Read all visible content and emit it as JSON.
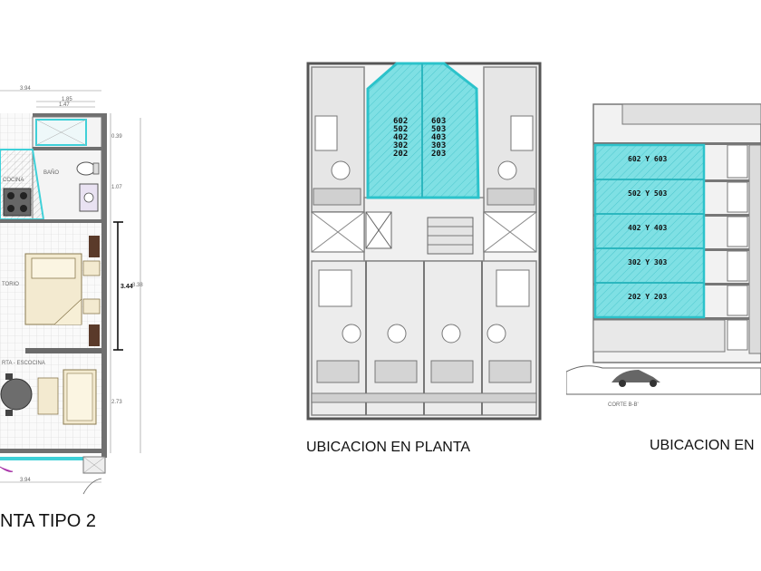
{
  "plan_tipo": {
    "title": "NTA TIPO 2",
    "dims": {
      "top_total": "3.94",
      "top_a": "1.85",
      "top_b": "1.47",
      "right_a": "0.39",
      "right_b": "1.07",
      "right_c": "3.44",
      "right_total": "8.38",
      "right_d": "2.73",
      "bottom": "3.94"
    },
    "rooms": {
      "bath": "BAÑO",
      "cocina": "COCINA",
      "dormitorio": "TORIO",
      "sala": "RTA - ESCOCINA"
    },
    "colors": {
      "highlight": "#3fd0d8",
      "wall": "#6e6e6e",
      "grid": "#cfcfcf"
    }
  },
  "plan_ubicacion": {
    "title": "UBICACION EN PLANTA",
    "units_left": [
      "602",
      "502",
      "402",
      "302",
      "202"
    ],
    "units_right": [
      "603",
      "503",
      "403",
      "303",
      "203"
    ],
    "colors": {
      "highlight": "#4fd3d9",
      "building": "#8c8c8c"
    }
  },
  "section": {
    "title": "UBICACION EN",
    "levels": [
      "602 Y 603",
      "502 Y 503",
      "402 Y 403",
      "302 Y 303",
      "202 Y 203"
    ],
    "cut_label": "CORTE B-B'",
    "colors": {
      "highlight": "#4fd3d9",
      "building": "#8c8c8c"
    }
  }
}
